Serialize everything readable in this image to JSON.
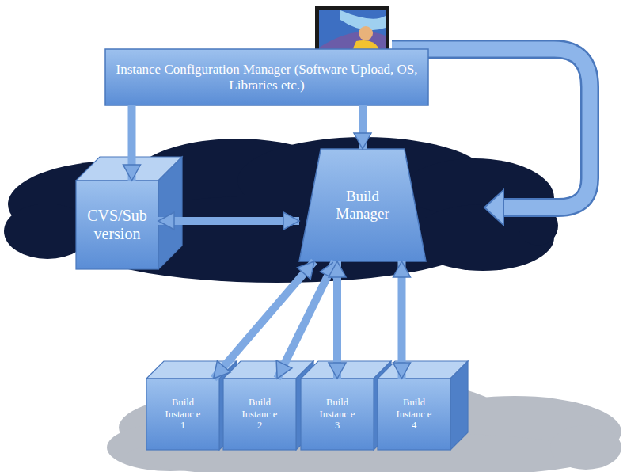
{
  "diagram": {
    "nodes": [
      {
        "text": [
          "Instance Configuration Manager (Software Upload, OS, Libraries etc.)"
        ]
      },
      {
        "text": [
          "CVS/Sub version"
        ]
      },
      {
        "text": [
          "Build Manager"
        ]
      },
      {
        "text": [
          "Build Instanc e 1"
        ]
      },
      {
        "text": [
          "Build Instanc e 2"
        ]
      },
      {
        "text": [
          "Build Instanc e 3"
        ]
      },
      {
        "text": [
          "Build Instanc e 4"
        ]
      }
    ],
    "edges": [
      {
        "from": 0,
        "to": 1,
        "arrow": "to"
      },
      {
        "from": 0,
        "to": 2,
        "arrow": "to"
      },
      {
        "from": 1,
        "to": 2,
        "arrow": "both"
      },
      {
        "from": 2,
        "to": 3,
        "arrow": "both"
      },
      {
        "from": 2,
        "to": 4,
        "arrow": "both"
      },
      {
        "from": 2,
        "to": 5,
        "arrow": "both"
      },
      {
        "from": 2,
        "to": 6,
        "arrow": "both"
      }
    ]
  }
}
